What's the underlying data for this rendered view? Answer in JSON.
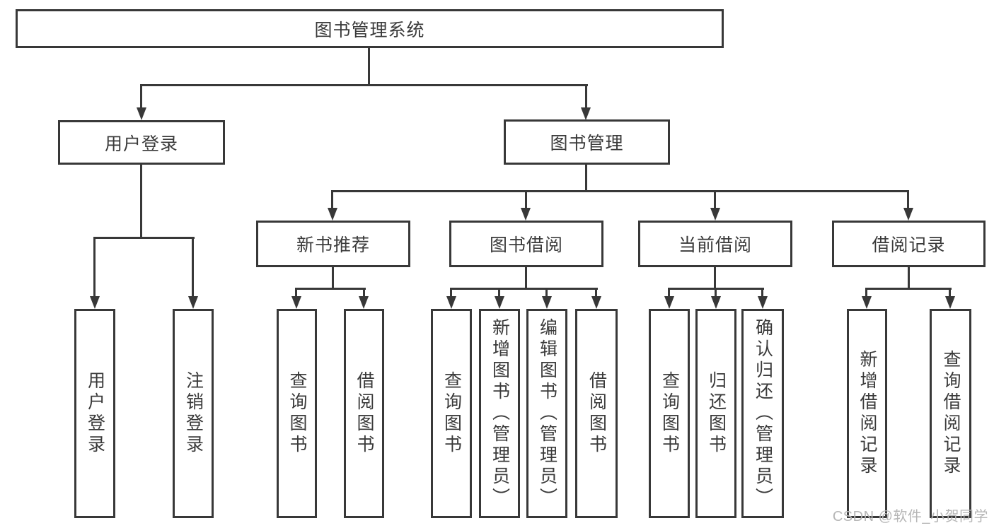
{
  "colors": {
    "line": "#383838",
    "box_border": "#383838",
    "text": "#3a3a3a",
    "watermark": "#b6b6b6",
    "background": "#ffffff"
  },
  "diagram": {
    "root": "图书管理系统",
    "level1": {
      "user_login": "用户登录",
      "book_mgmt": "图书管理"
    },
    "level2": {
      "new_books": "新书推荐",
      "book_borrow": "图书借阅",
      "current_borrow": "当前借阅",
      "borrow_records": "借阅记录"
    },
    "leaves": {
      "user_login": [
        "用户登录",
        "注销登录"
      ],
      "new_books": [
        "查询图书",
        "借阅图书"
      ],
      "book_borrow": [
        "查询图书",
        "新增图书（管理员）",
        "编辑图书（管理员）",
        "借阅图书"
      ],
      "current_borrow": [
        "查询图书",
        "归还图书",
        "确认归还（管理员）"
      ],
      "borrow_records": [
        "新增借阅记录",
        "查询借阅记录"
      ]
    }
  },
  "watermark": "CSDN @软件_小贺同学"
}
